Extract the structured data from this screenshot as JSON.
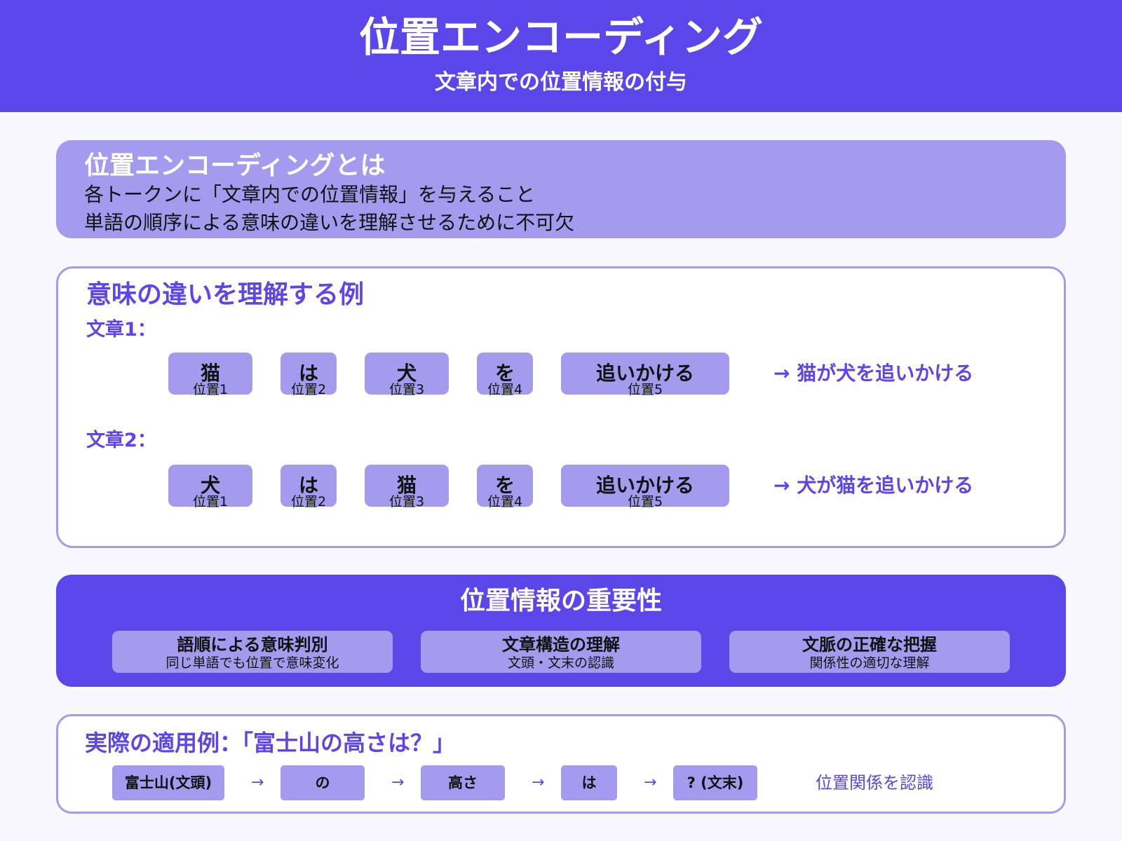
{
  "header": {
    "title": "位置エンコーディング",
    "subtitle": "文章内での位置情報の付与"
  },
  "definition": {
    "heading": "位置エンコーディングとは",
    "lines": [
      "各トークンに「文章内での位置情報」を与えること",
      "単語の順序による意味の違いを理解させるために不可欠"
    ]
  },
  "example": {
    "heading": "意味の違いを理解する例",
    "sentences": [
      {
        "label": "文章1：",
        "tokens": [
          {
            "text": "猫",
            "position": "位置1"
          },
          {
            "text": "は",
            "position": "位置2"
          },
          {
            "text": "犬",
            "position": "位置3"
          },
          {
            "text": "を",
            "position": "位置4"
          },
          {
            "text": "追いかける",
            "position": "位置5"
          }
        ],
        "result": "→ 猫が犬を追いかける"
      },
      {
        "label": "文章2：",
        "tokens": [
          {
            "text": "犬",
            "position": "位置1"
          },
          {
            "text": "は",
            "position": "位置2"
          },
          {
            "text": "猫",
            "position": "位置3"
          },
          {
            "text": "を",
            "position": "位置4"
          },
          {
            "text": "追いかける",
            "position": "位置5"
          }
        ],
        "result": "→ 犬が猫を追いかける"
      }
    ]
  },
  "importance": {
    "heading": "位置情報の重要性",
    "items": [
      {
        "title": "語順による意味判別",
        "desc": "同じ単語でも位置で意味変化"
      },
      {
        "title": "文章構造の理解",
        "desc": "文頭・文末の認識"
      },
      {
        "title": "文脈の正確な把握",
        "desc": "関係性の適切な理解"
      }
    ]
  },
  "application": {
    "heading": "実際の適用例：「富士山の高さは？」",
    "tokens": [
      "富士山(文頭)",
      "の",
      "高さ",
      "は",
      "? (文末)"
    ],
    "arrow": "→",
    "note": "位置関係を認識"
  },
  "colors": {
    "primary": "#5b46e9",
    "light": "#a49bef",
    "background": "#f8f8fe"
  }
}
